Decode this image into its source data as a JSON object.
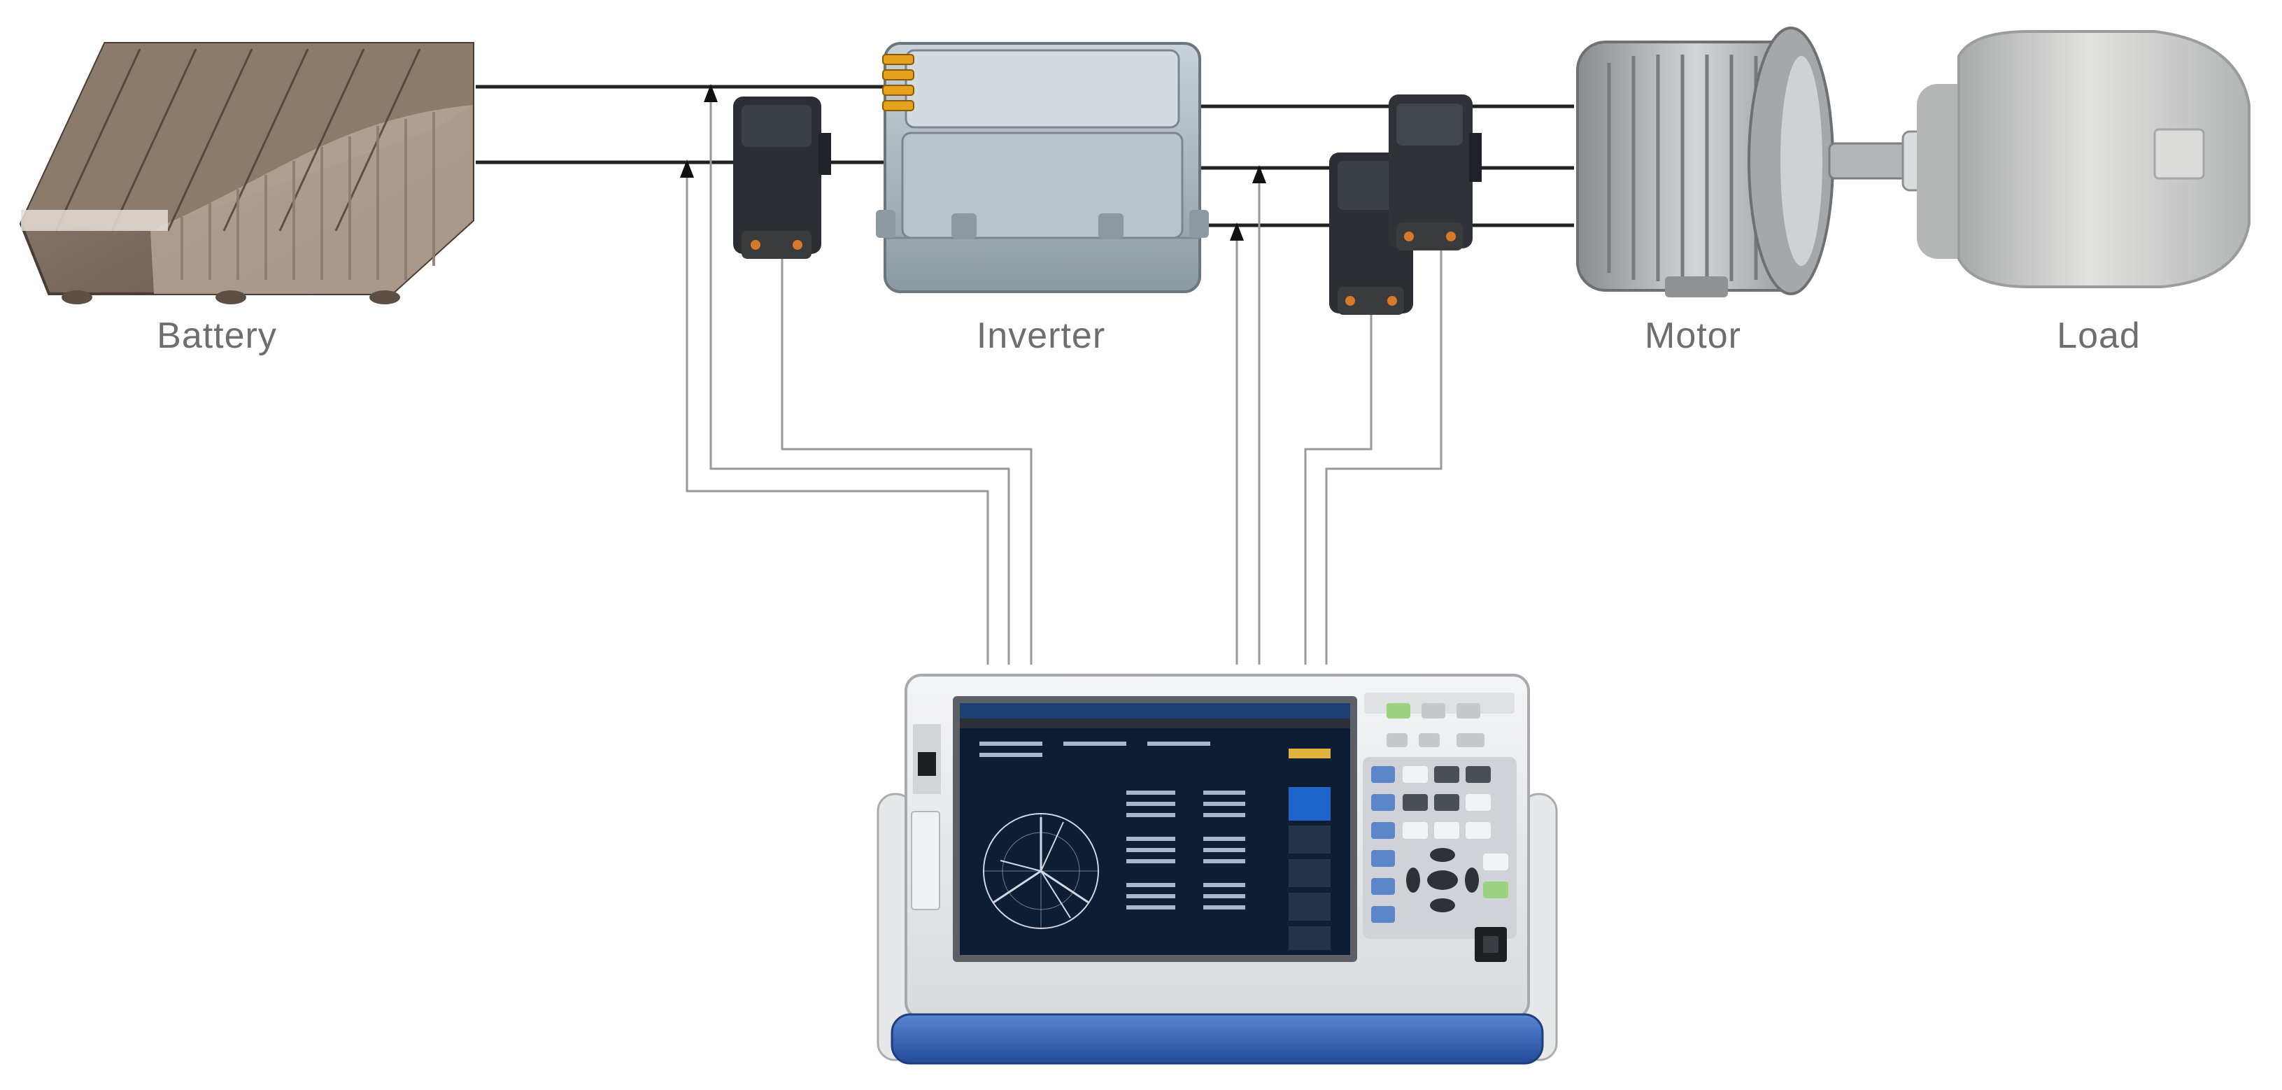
{
  "components": {
    "battery": {
      "label": "Battery"
    },
    "inverter": {
      "label": "Inverter"
    },
    "motor": {
      "label": "Motor"
    },
    "load": {
      "label": "Load"
    }
  },
  "colors": {
    "battery": "#7a6a5e",
    "inverter": "#aeb8c0",
    "motor": "#b9bcbf",
    "load": "#cfd0d0",
    "sensor": "#2b2f33",
    "wire": "#222222",
    "signal": "#9a9a9a",
    "analyzer_body": "#e9eaec",
    "analyzer_handle": "#2f5fb4",
    "screen_bg": "#0d1d33"
  }
}
